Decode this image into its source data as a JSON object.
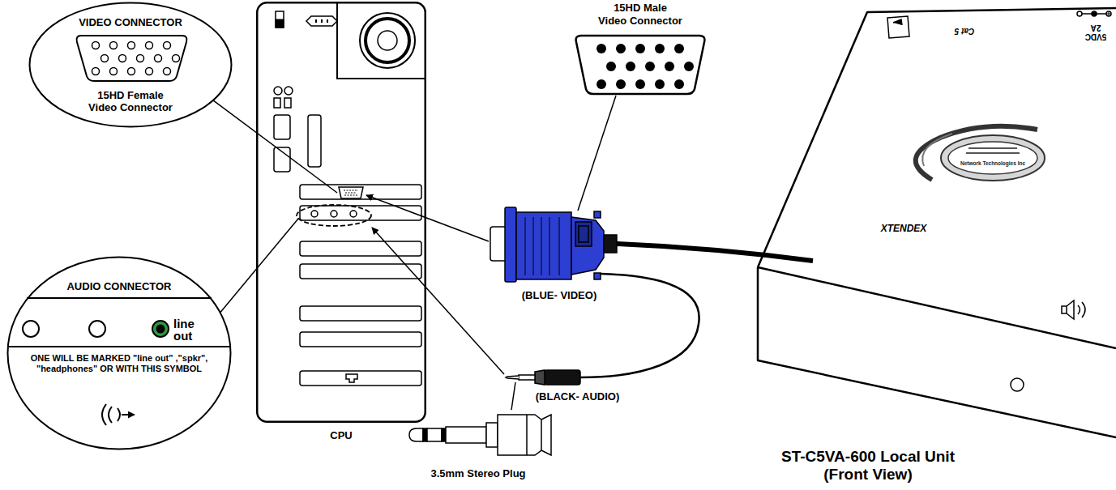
{
  "diagram": {
    "nodes": [
      {
        "text": [
          "VIDEO CONNECTOR",
          "15HD Female Video Connector"
        ]
      },
      {
        "text": [
          "15HD Male Video Connector"
        ]
      },
      {
        "text": [
          "CPU"
        ]
      },
      {
        "text": [
          "AUDIO CONNECTOR",
          "line out",
          "ONE WILL BE MARKED \"line out\" ,\"spkr\", \"headphones\" OR WITH THIS SYMBOL"
        ]
      },
      {
        "text": [
          "XTENDEX",
          "Network Technologies Inc",
          "Cat 5",
          "5VDC 2A",
          "ST-C5VA-600 Local Unit (Front View)"
        ]
      }
    ],
    "edges": [
      {
        "from": 0,
        "to": 2,
        "arrow": "none"
      },
      {
        "from": 3,
        "to": 2,
        "arrow": "none"
      }
    ],
    "labels": [
      "(BLUE- VIDEO)",
      "(BLACK- AUDIO)",
      "3.5mm Stereo Plug"
    ]
  }
}
